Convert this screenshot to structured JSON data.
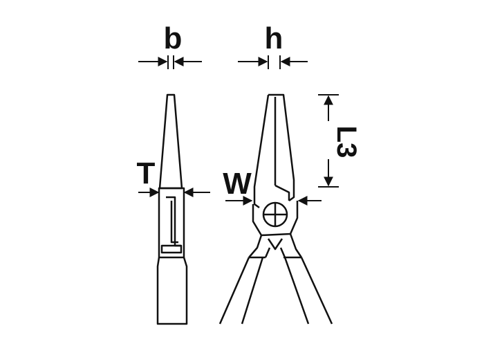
{
  "diagram": {
    "labels": {
      "b": "b",
      "h": "h",
      "T": "T",
      "W": "W",
      "L3": "L3"
    },
    "colors": {
      "ink": "#111111",
      "paper": "#ffffff"
    }
  }
}
